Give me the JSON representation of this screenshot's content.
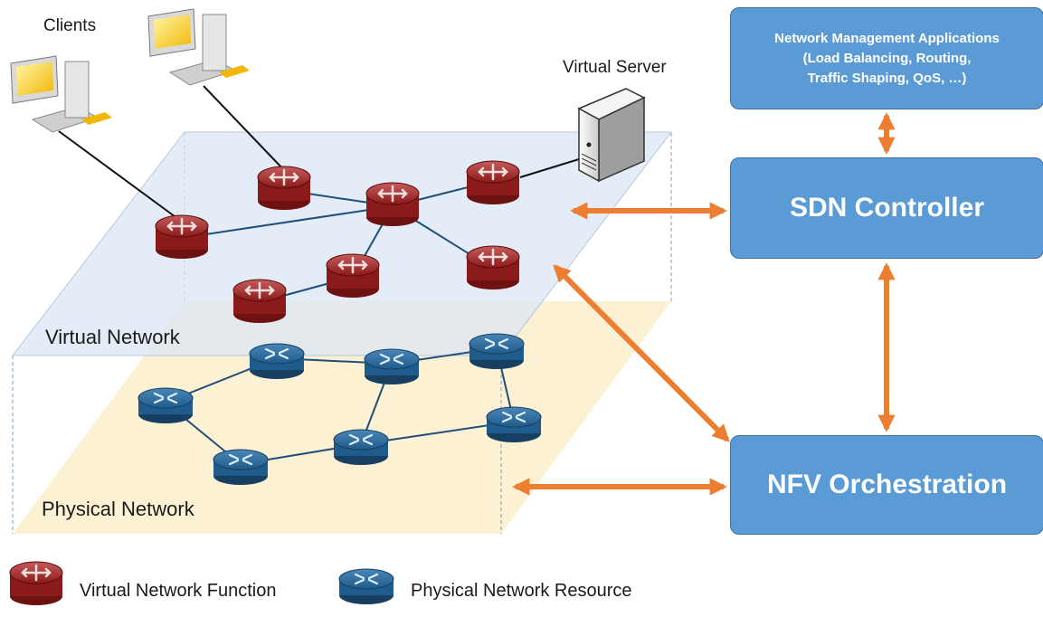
{
  "labels": {
    "clients": "Clients",
    "virtual_server": "Virtual Server",
    "virtual_network": "Virtual Network",
    "physical_network": "Physical Network"
  },
  "boxes": {
    "applications": {
      "line1": "Network Management Applications",
      "line2": "(Load Balancing, Routing,",
      "line3": "Traffic Shaping, QoS, …)"
    },
    "sdn_controller": "SDN Controller",
    "nfv_orchestration": "NFV Orchestration"
  },
  "legend": {
    "virtual_function": "Virtual Network Function",
    "physical_resource": "Physical Network Resource"
  },
  "colors": {
    "box_fill": "#5b9bd5",
    "arrow": "#ed7d31",
    "virtual_router": "#8b1a1a",
    "physical_router": "#1f5c8b",
    "virtual_plane": "#dde8f6",
    "physical_plane": "#fdf0cf"
  },
  "icons": {
    "virtual_node": "virtual-router-icon",
    "physical_node": "physical-router-icon",
    "client": "desktop-computer-icon",
    "server": "server-tower-icon"
  }
}
